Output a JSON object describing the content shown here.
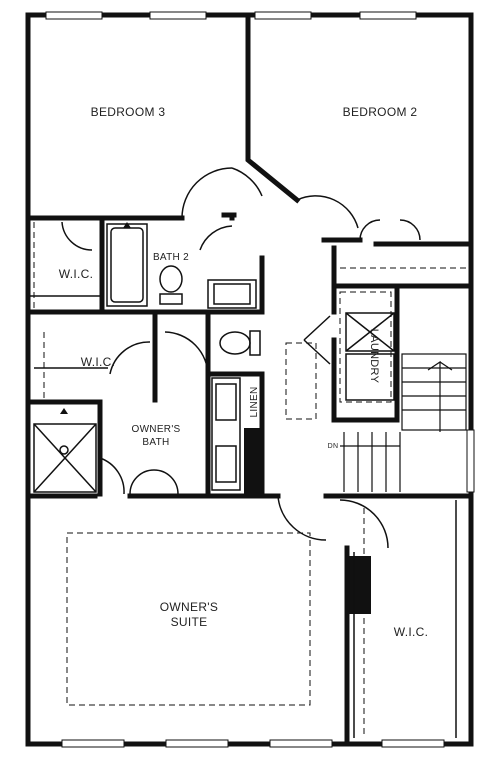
{
  "floor_plan": {
    "rooms": {
      "bedroom3": "BEDROOM 3",
      "bedroom2": "BEDROOM 2",
      "wic_upper_left": "W.I.C.",
      "bath2": "BATH 2",
      "wic_middle_left": "W.I.C.",
      "owners_bath_line1": "OWNER'S",
      "owners_bath_line2": "BATH",
      "linen": "LINEN",
      "laundry": "LAUNDRY",
      "stair_dn": "DN",
      "owners_suite_line1": "OWNER'S",
      "owners_suite_line2": "SUITE",
      "wic_right": "W.I.C."
    }
  }
}
